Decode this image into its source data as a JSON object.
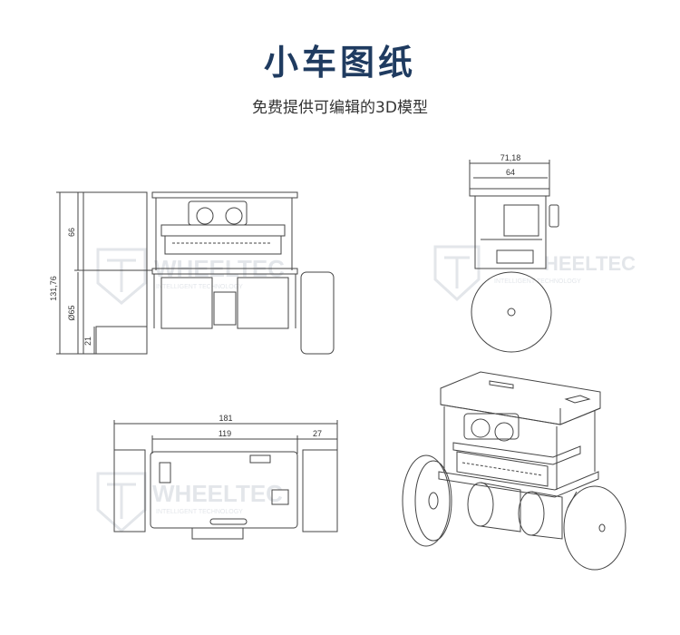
{
  "header": {
    "title": "小车图纸",
    "subtitle": "免费提供可编辑的3D模型"
  },
  "watermark": {
    "brand": "WHEELTEC",
    "tagline": "INTELLIGENT TECHNOLOGY",
    "brand_right": "HEELTEC"
  },
  "dimensions": {
    "side_total_height": "131,76",
    "side_upper_height": "66",
    "side_wheel_dia": "Ø65",
    "side_ground": "21",
    "front_total_width": "71,18",
    "front_body_width": "64",
    "top_total_length": "181",
    "top_body_length": "119",
    "top_wheel_width": "27"
  },
  "colors": {
    "title": "#1f3b60",
    "line": "#444444",
    "watermark": "#e3e6ea"
  }
}
